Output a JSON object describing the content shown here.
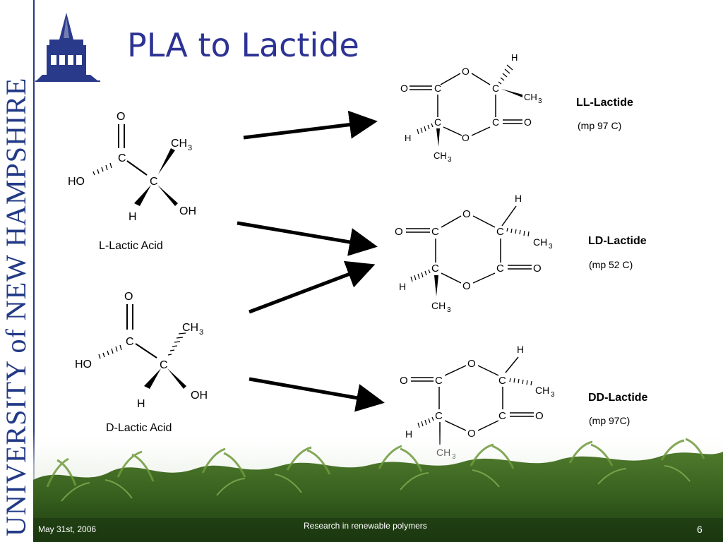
{
  "slide": {
    "title": "PLA to Lactide",
    "sidebar_text": "UNIVERSITY of NEW HAMPSHIRE",
    "footer": {
      "date": "May 31st, 2006",
      "center": "Research in renewable polymers",
      "page": "6"
    }
  },
  "acids": [
    {
      "name": "L-Lactic Acid"
    },
    {
      "name": "D-Lactic Acid"
    }
  ],
  "lactides": [
    {
      "name": "LL-Lactide",
      "mp": "(mp 97 C)"
    },
    {
      "name": "LD-Lactide",
      "mp": "(mp 52 C)"
    },
    {
      "name": "DD-Lactide",
      "mp": "(mp 97C)"
    }
  ],
  "atoms": {
    "O": "O",
    "C": "C",
    "H": "H",
    "HO": "HO",
    "OH": "OH",
    "CH": "CH",
    "sub3": "3"
  },
  "colors": {
    "title": "#2d3394",
    "sidebar": "#233a86",
    "text": "#000000",
    "footer_text": "#ffffff"
  }
}
